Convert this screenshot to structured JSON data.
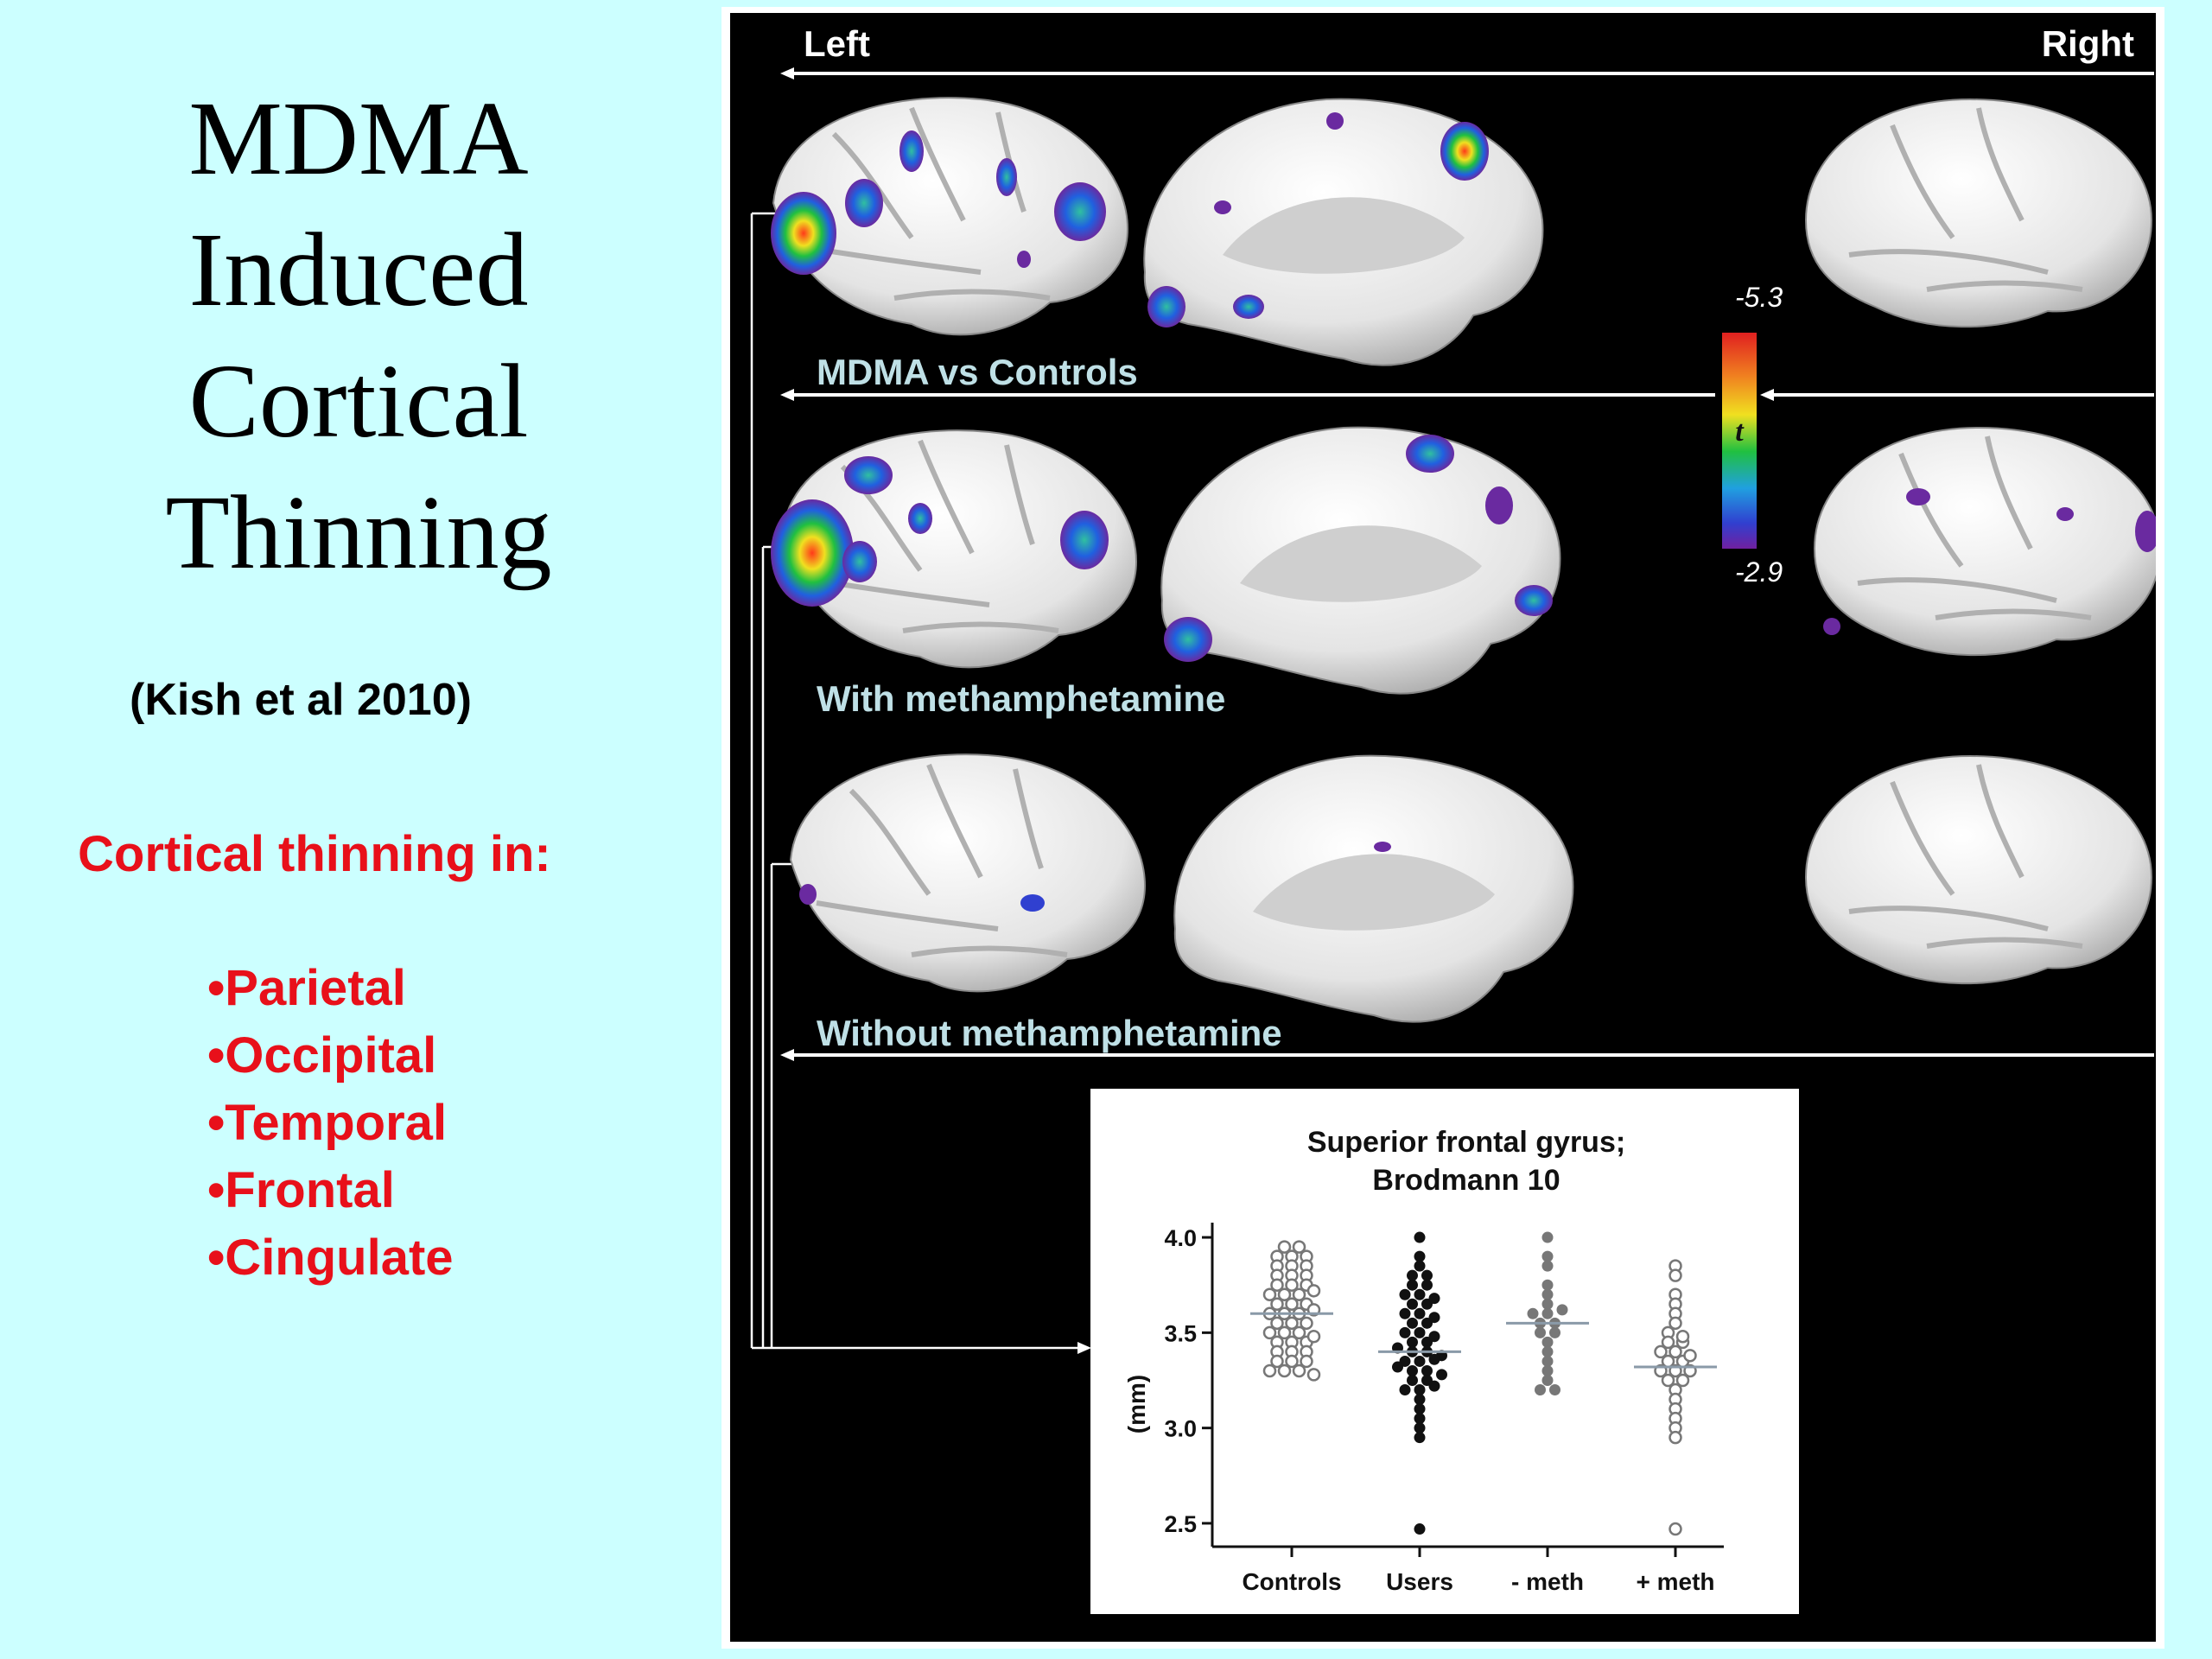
{
  "slide": {
    "title_lines": [
      "MDMA",
      "Induced",
      "Cortical",
      "Thinning"
    ],
    "citation": "(Kish et al 2010)",
    "thinning_heading": "Cortical thinning in:",
    "regions": [
      "•Parietal",
      "•Occipital",
      "•Temporal",
      "•Frontal",
      "•Cingulate"
    ]
  },
  "figure": {
    "left_label": "Left",
    "right_label": "Right",
    "row_labels": [
      "MDMA vs Controls",
      "With methamphetamine",
      "Without methamphetamine"
    ],
    "colorbar": {
      "max_label": "-5.3",
      "min_label": "-2.9",
      "symbol": "t"
    }
  },
  "chart_data": {
    "type": "scatter",
    "title": "Superior frontal gyrus; Brodmann 10",
    "title_lines": [
      "Superior frontal gyrus;",
      "Brodmann 10"
    ],
    "xlabel": "",
    "ylabel": "(mm)",
    "categories": [
      "Controls",
      "Users",
      "- meth",
      "+ meth"
    ],
    "ylim": [
      2.4,
      4.1
    ],
    "yticks": [
      2.5,
      3.0,
      3.5,
      4.0
    ],
    "ytick_labels": [
      "2.5",
      "3.0",
      "3.5",
      "4.0"
    ],
    "series": [
      {
        "category": "Controls",
        "marker": "open-grey",
        "mean": 3.6,
        "values": [
          3.95,
          3.95,
          3.9,
          3.9,
          3.9,
          3.85,
          3.85,
          3.85,
          3.8,
          3.8,
          3.8,
          3.75,
          3.75,
          3.75,
          3.7,
          3.7,
          3.7,
          3.65,
          3.65,
          3.65,
          3.6,
          3.6,
          3.6,
          3.55,
          3.55,
          3.55,
          3.5,
          3.5,
          3.5,
          3.45,
          3.45,
          3.45,
          3.4,
          3.4,
          3.4,
          3.35,
          3.35,
          3.35,
          3.3,
          3.3,
          3.3,
          3.28,
          3.62,
          3.72,
          3.48
        ]
      },
      {
        "category": "Users",
        "marker": "filled-black",
        "mean": 3.4,
        "values": [
          4.0,
          3.9,
          3.85,
          3.8,
          3.8,
          3.75,
          3.75,
          3.7,
          3.7,
          3.65,
          3.65,
          3.6,
          3.6,
          3.55,
          3.55,
          3.5,
          3.5,
          3.45,
          3.45,
          3.42,
          3.4,
          3.4,
          3.38,
          3.35,
          3.35,
          3.32,
          3.3,
          3.3,
          3.28,
          3.25,
          3.25,
          3.2,
          3.2,
          3.15,
          3.1,
          3.05,
          3.0,
          2.95,
          3.48,
          3.58,
          3.68,
          3.36,
          3.22,
          2.47
        ]
      },
      {
        "category": "- meth",
        "marker": "filled-grey",
        "mean": 3.55,
        "values": [
          4.0,
          3.9,
          3.85,
          3.75,
          3.7,
          3.65,
          3.6,
          3.6,
          3.55,
          3.55,
          3.5,
          3.45,
          3.4,
          3.35,
          3.3,
          3.25,
          3.2,
          3.2,
          3.5,
          3.62
        ]
      },
      {
        "category": "+ meth",
        "marker": "open-grey",
        "mean": 3.32,
        "values": [
          3.85,
          3.8,
          3.7,
          3.65,
          3.6,
          3.55,
          3.5,
          3.45,
          3.45,
          3.4,
          3.4,
          3.35,
          3.35,
          3.3,
          3.3,
          3.3,
          3.25,
          3.25,
          3.2,
          3.15,
          3.1,
          3.05,
          3.0,
          2.95,
          3.38,
          3.48,
          2.47
        ]
      }
    ]
  }
}
